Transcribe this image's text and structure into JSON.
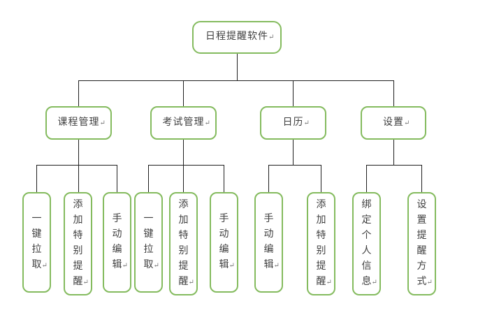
{
  "diagram": {
    "paragraph_mark": "↵",
    "colors": {
      "box_border": "#84bb5e",
      "connector": "#1f1f1f",
      "text": "#3f3f3f",
      "background": "#ffffff",
      "mark": "#777777"
    },
    "root": {
      "label": "日程提醒软件"
    },
    "level2": [
      {
        "label": "课程管理",
        "children": [
          "一键拉取",
          "添加特别提醒",
          "手动编辑"
        ]
      },
      {
        "label": "考试管理",
        "children": [
          "一键拉取",
          "添加特别提醒",
          "手动编辑"
        ]
      },
      {
        "label": "日历",
        "children": [
          "手动编辑",
          "添加特别提醒"
        ]
      },
      {
        "label": "设置",
        "children": [
          "绑定个人信息",
          "设置提醒方式"
        ]
      }
    ]
  }
}
